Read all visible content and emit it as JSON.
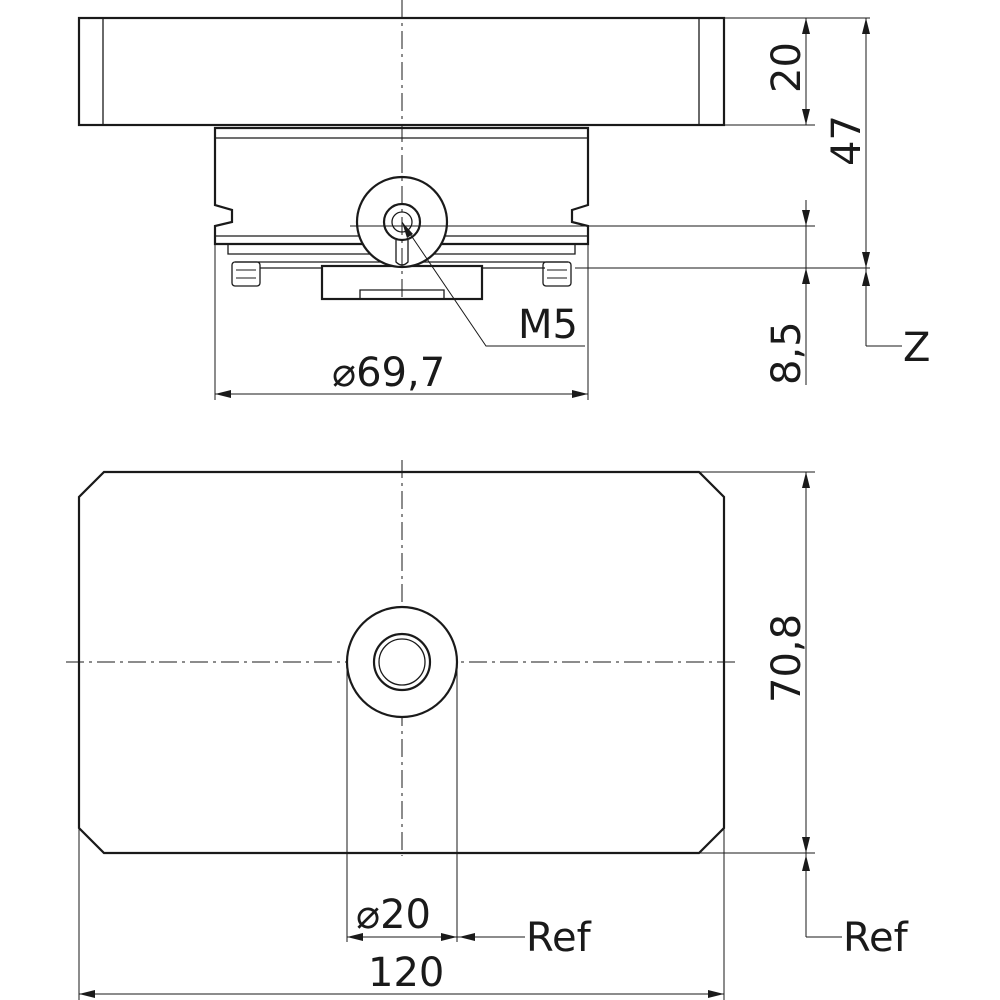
{
  "dimensions": {
    "plate_thickness": "20",
    "total_height": "47",
    "stud_height": "8,5",
    "thread": "M5",
    "axis_label": "Z",
    "chuck_diameter": "⌀69,7",
    "plate_depth": "70,8",
    "bore_diameter": "⌀20",
    "plate_width": "120",
    "ref_x": "Ref",
    "ref_y": "Ref"
  }
}
